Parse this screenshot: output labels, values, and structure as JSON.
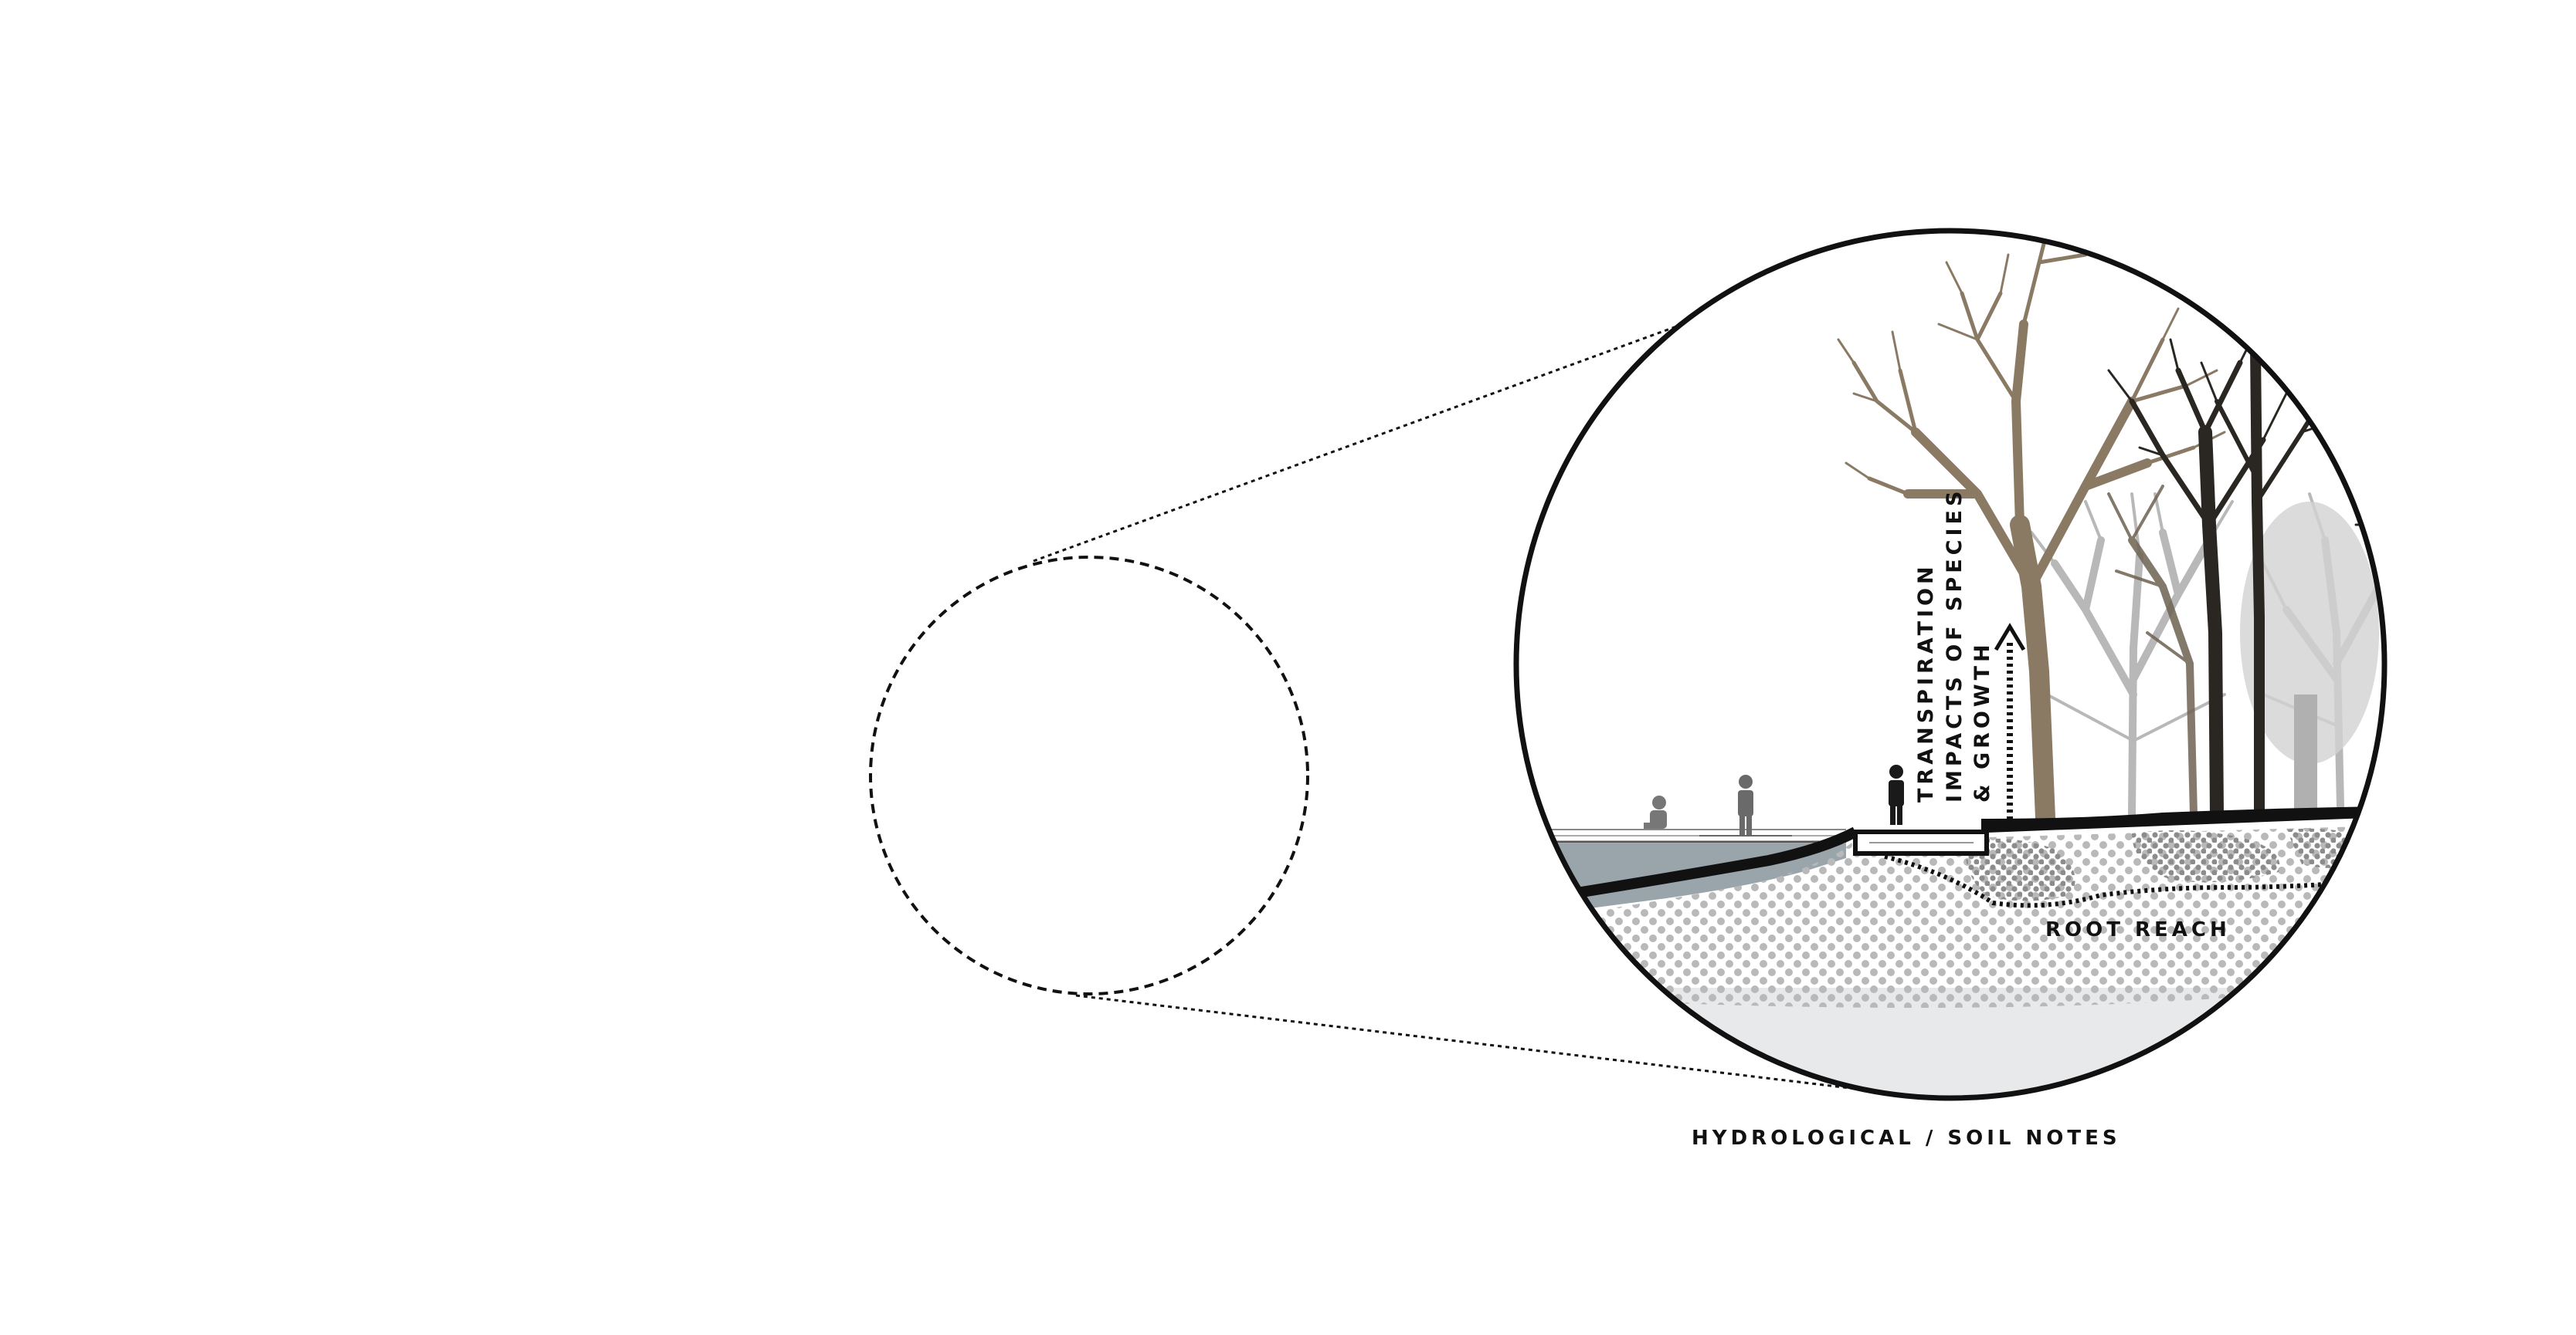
{
  "labels": {
    "transpiration_line1": "TRANSPIRATION",
    "transpiration_line2": "IMPACTS OF SPECIES",
    "transpiration_line3": "& GROWTH",
    "root_reach": "ROOT REACH",
    "caption": "HYDROLOGICAL / SOIL NOTES"
  },
  "colors": {
    "ink": "#111111",
    "tree_brown": "#8a7a64",
    "tree_dark": "#2a2622",
    "tree_grey": "#b8b8b8",
    "water": "#9aa4ab",
    "soil_dots": "#b9b9b9",
    "subsoil": "#e8e9ea"
  },
  "icons": {
    "up_arrow": "arrow-up-icon",
    "person": "person-figure-icon",
    "tree": "deciduous-tree-icon"
  }
}
